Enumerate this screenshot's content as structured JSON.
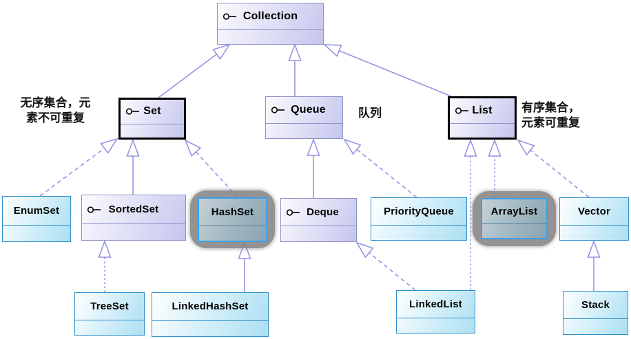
{
  "diagram": {
    "type": "uml-class-diagram",
    "subject": "Java Collection hierarchy"
  },
  "nodes": {
    "collection": {
      "label": "Collection",
      "kind": "interface"
    },
    "set": {
      "label": "Set",
      "kind": "interface",
      "emphasized": true
    },
    "queue": {
      "label": "Queue",
      "kind": "interface"
    },
    "list": {
      "label": "List",
      "kind": "interface",
      "emphasized": true
    },
    "enumset": {
      "label": "EnumSet",
      "kind": "class"
    },
    "sortedset": {
      "label": "SortedSet",
      "kind": "interface"
    },
    "hashset": {
      "label": "HashSet",
      "kind": "class",
      "highlighted": true
    },
    "deque": {
      "label": "Deque",
      "kind": "interface"
    },
    "priorityqueue": {
      "label": "PriorityQueue",
      "kind": "class"
    },
    "arraylist": {
      "label": "ArrayList",
      "kind": "class",
      "highlighted": true
    },
    "vector": {
      "label": "Vector",
      "kind": "class"
    },
    "treeset": {
      "label": "TreeSet",
      "kind": "class"
    },
    "linkedhashset": {
      "label": "LinkedHashSet",
      "kind": "class"
    },
    "linkedlist": {
      "label": "LinkedList",
      "kind": "class"
    },
    "stack": {
      "label": "Stack",
      "kind": "class"
    }
  },
  "annotations": {
    "set_note": "无序集合，元素不可重复",
    "set_note_line1": "无序集合，元",
    "set_note_line2": "素不可重复",
    "queue_note": "队列",
    "list_note": "有序集合，元素可重复",
    "list_note_line1": "有序集合，",
    "list_note_line2": "元素可重复"
  },
  "edges": [
    {
      "from": "Set",
      "to": "Collection",
      "relation": "extends",
      "line": "solid"
    },
    {
      "from": "Queue",
      "to": "Collection",
      "relation": "extends",
      "line": "solid"
    },
    {
      "from": "List",
      "to": "Collection",
      "relation": "extends",
      "line": "solid"
    },
    {
      "from": "EnumSet",
      "to": "Set",
      "relation": "implements",
      "line": "dashed"
    },
    {
      "from": "SortedSet",
      "to": "Set",
      "relation": "extends",
      "line": "solid"
    },
    {
      "from": "HashSet",
      "to": "Set",
      "relation": "implements",
      "line": "dashed"
    },
    {
      "from": "Deque",
      "to": "Queue",
      "relation": "extends",
      "line": "solid"
    },
    {
      "from": "PriorityQueue",
      "to": "Queue",
      "relation": "implements",
      "line": "dashed"
    },
    {
      "from": "LinkedList",
      "to": "List",
      "relation": "implements",
      "line": "dashed"
    },
    {
      "from": "ArrayList",
      "to": "List",
      "relation": "implements",
      "line": "dashed"
    },
    {
      "from": "Vector",
      "to": "List",
      "relation": "implements",
      "line": "dashed"
    },
    {
      "from": "TreeSet",
      "to": "SortedSet",
      "relation": "implements",
      "line": "dashed"
    },
    {
      "from": "LinkedHashSet",
      "to": "HashSet",
      "relation": "extends",
      "line": "solid"
    },
    {
      "from": "LinkedList",
      "to": "Deque",
      "relation": "implements",
      "line": "dashed"
    },
    {
      "from": "Stack",
      "to": "Vector",
      "relation": "extends",
      "line": "solid"
    }
  ],
  "colors": {
    "edge": "#9494e4",
    "interface_border": "#9090c8",
    "interface_fill_dark": "#c5c5ee",
    "class_border": "#2e8fcc",
    "class_fill_dark": "#abdff2",
    "emphasis_border": "#000000",
    "highlight_blob": "#858585",
    "highlight_border": "#3d9fe8",
    "text": "#000000"
  }
}
